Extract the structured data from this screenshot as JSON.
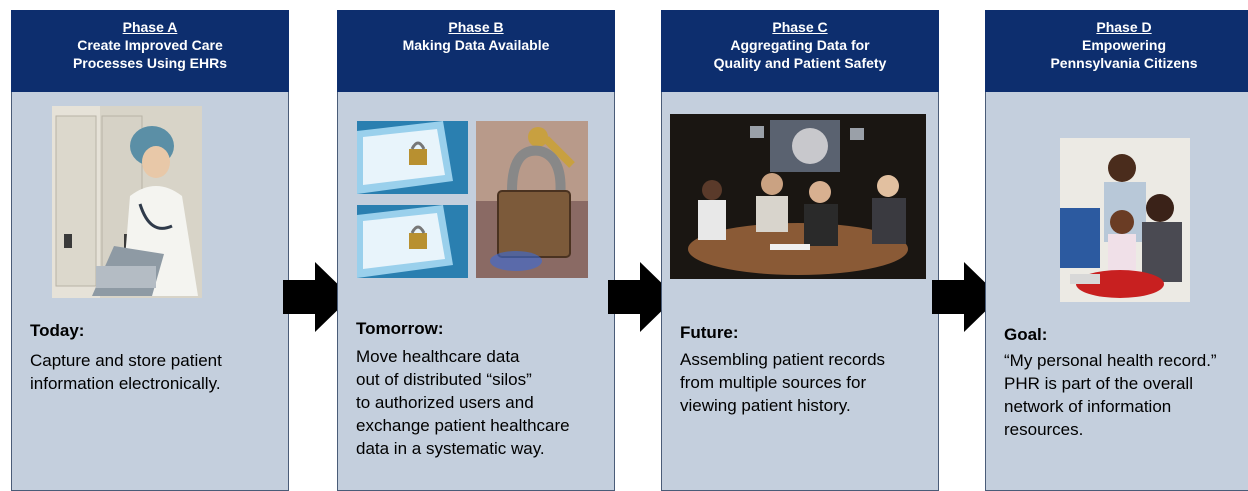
{
  "phases": [
    {
      "name": "Phase A",
      "title": "Create Improved Care\nProcesses Using EHRs",
      "label": "Today:",
      "description": "Capture and store patient\ninformation electronically."
    },
    {
      "name": "Phase B",
      "title": "Making Data Available",
      "label": "Tomorrow:",
      "description": "Move healthcare data\nout of distributed “silos”\nto authorized users and\nexchange patient healthcare\ndata in a systematic way."
    },
    {
      "name": "Phase C",
      "title": "Aggregating Data for\nQuality and Patient Safety",
      "label": "Future:",
      "description": "Assembling patient records\nfrom multiple sources for\nviewing patient history."
    },
    {
      "name": "Phase D",
      "title": "Empowering\nPennsylvania Citizens",
      "label": "Goal:",
      "description": "“My personal health record.”\nPHR is part of the overall\nnetwork of information\nresources."
    }
  ]
}
